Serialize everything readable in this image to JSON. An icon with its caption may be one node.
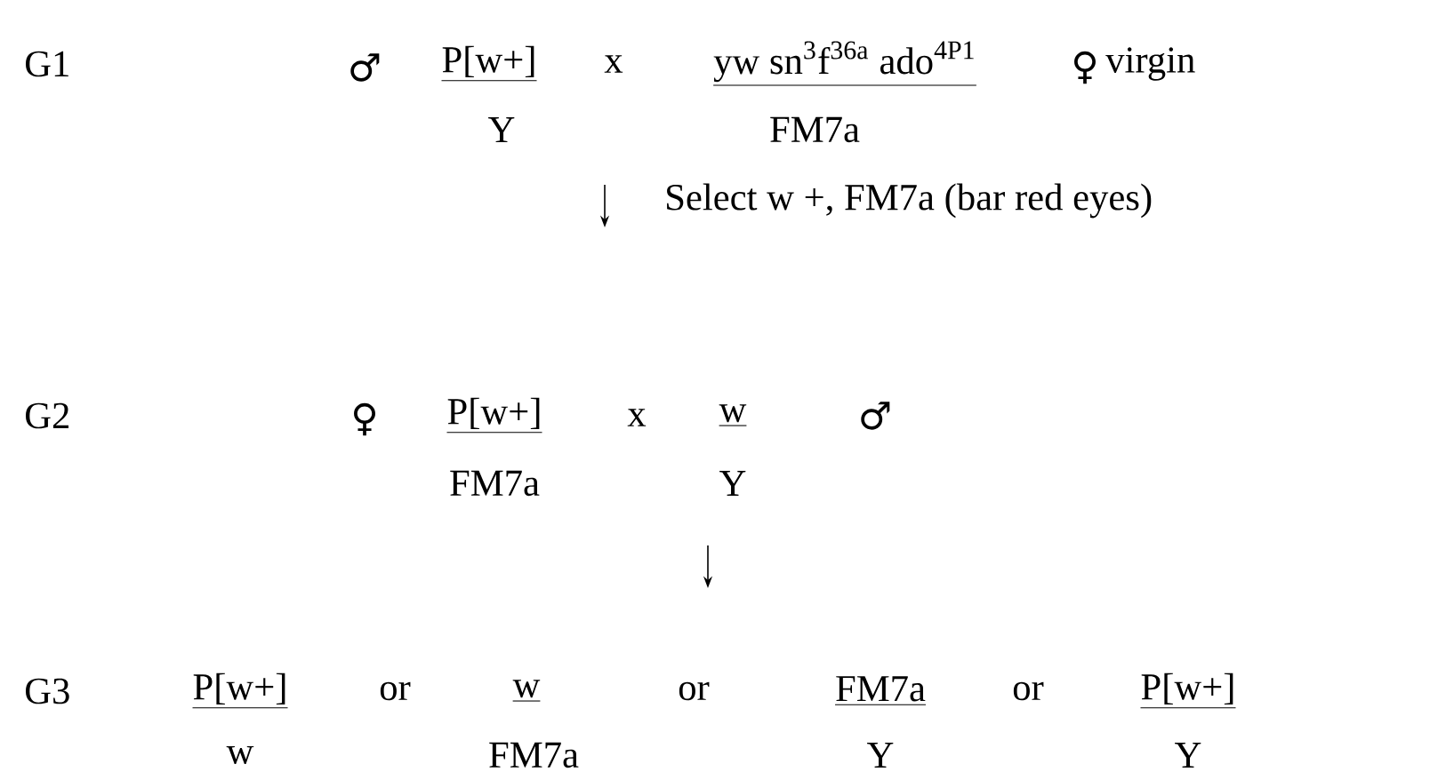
{
  "diagram": {
    "labels": [
      "G1",
      "♂",
      "P[w+]",
      "x",
      "yw sn$^{3}$f$^{36a}$ ado$^{4P1}$",
      "♀",
      "virgin",
      "Y",
      "FM7a",
      "Select w +,  FM7a (bar red eyes)",
      "G2",
      "♀",
      "P[w+]",
      "x",
      "w",
      "♂",
      "FM7a",
      "Y",
      "G3",
      "P[w+]",
      "or",
      "w",
      "or",
      "FM7a",
      "or",
      "P[w+]",
      "w",
      "FM7a",
      "Y",
      "Y"
    ]
  }
}
